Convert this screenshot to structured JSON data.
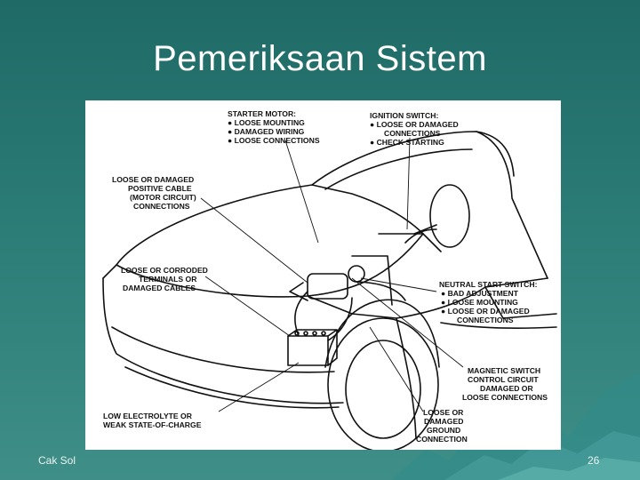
{
  "slide": {
    "title": "Pemeriksaan Sistem",
    "footer_left": "Cak Sol",
    "page_number": "26"
  },
  "figure": {
    "starter_motor": [
      "STARTER MOTOR:",
      "● LOOSE MOUNTING",
      "● DAMAGED WIRING",
      "● LOOSE CONNECTIONS"
    ],
    "ignition_switch": [
      "IGNITION SWITCH:",
      "● LOOSE OR DAMAGED",
      "CONNECTIONS",
      "● CHECK STARTING"
    ],
    "positive_cable": [
      "LOOSE OR DAMAGED",
      "POSITIVE CABLE",
      "(MOTOR CIRCUIT)",
      "CONNECTIONS"
    ],
    "terminals": [
      "LOOSE OR CORRODED",
      "TERMINALS OR",
      "DAMAGED CABLES"
    ],
    "neutral_start": [
      "NEUTRAL START SWITCH:",
      "● BAD ADJUSTMENT",
      "● LOOSE MOUNTING",
      "● LOOSE OR DAMAGED",
      "CONNECTIONS"
    ],
    "magnetic_switch": [
      "MAGNETIC SWITCH",
      "CONTROL CIRCUIT",
      "DAMAGED OR",
      "LOOSE CONNECTIONS"
    ],
    "electrolyte": [
      "LOW ELECTROLYTE OR",
      "WEAK STATE-OF-CHARGE"
    ],
    "ground": [
      "LOOSE OR",
      "DAMAGED",
      "GROUND",
      "CONNECTION"
    ]
  }
}
